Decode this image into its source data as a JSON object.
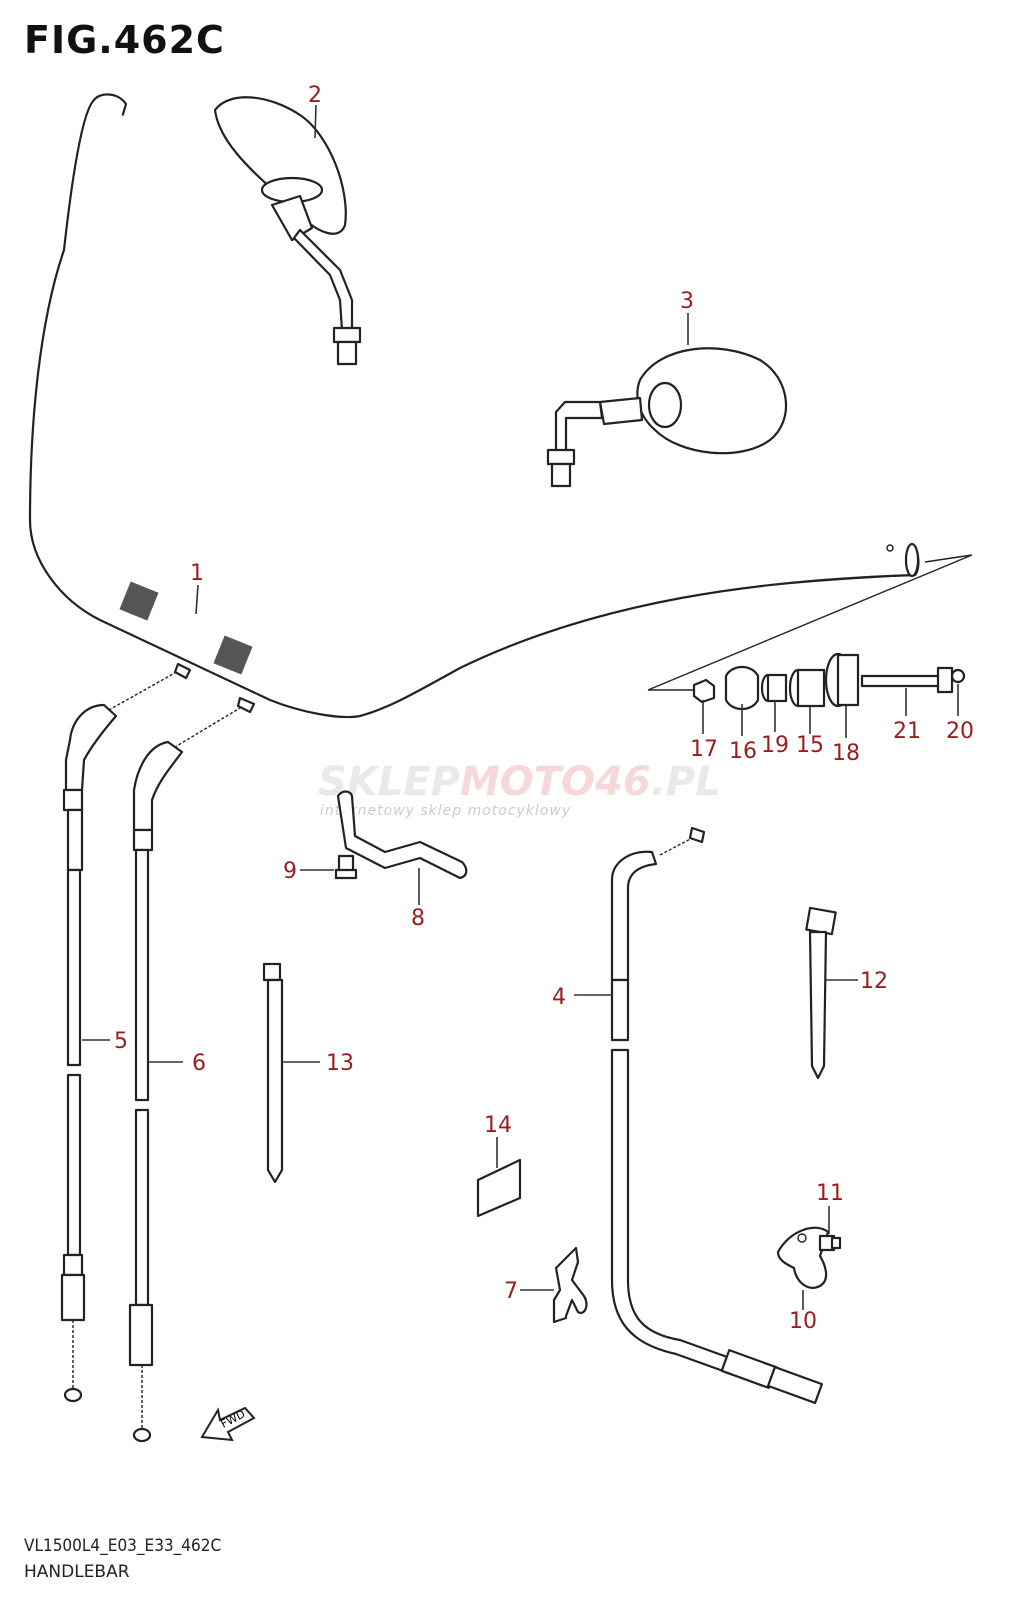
{
  "figure": {
    "title": "FIG.462C",
    "code": "VL1500L4_E03_E33_462C",
    "name": "HANDLEBAR"
  },
  "watermark": {
    "brand_part1": "SKLEP",
    "brand_part2": "MOTO46",
    "brand_part3": ".PL",
    "tagline": "internetowy sklep motocyklowy"
  },
  "fwd_label": "FWD",
  "callouts": [
    "1",
    "2",
    "3",
    "4",
    "5",
    "6",
    "7",
    "8",
    "9",
    "10",
    "11",
    "12",
    "13",
    "14",
    "15",
    "16",
    "17",
    "18",
    "19",
    "20",
    "21"
  ],
  "colors": {
    "callout": "#9b1c1c",
    "line": "#222222",
    "watermark_red": "#d32f2f"
  }
}
